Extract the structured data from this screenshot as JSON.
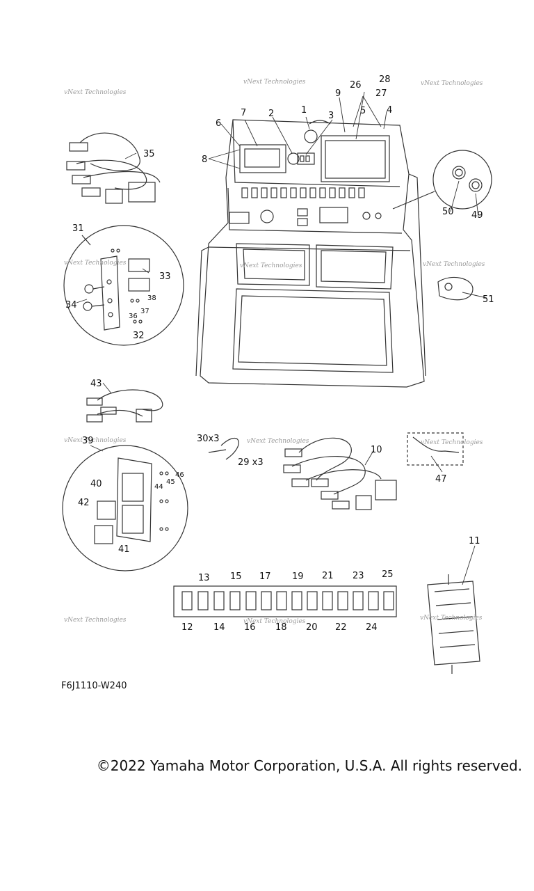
{
  "callouts": {
    "c1": "1",
    "c2": "2",
    "c3": "3",
    "c4": "4",
    "c5": "5",
    "c6": "6",
    "c7": "7",
    "c8": "8",
    "c9": "9",
    "c10": "10",
    "c11": "11",
    "c12": "12",
    "c13": "13",
    "c14": "14",
    "c15": "15",
    "c16": "16",
    "c17": "17",
    "c18": "18",
    "c19": "19",
    "c20": "20",
    "c21": "21",
    "c22": "22",
    "c23": "23",
    "c24": "24",
    "c25": "25",
    "c26": "26",
    "c27": "27",
    "c28": "28",
    "c29": "29 x3",
    "c30": "30x3",
    "c31": "31",
    "c32": "32",
    "c33": "33",
    "c34": "34",
    "c35": "35",
    "c36": "36",
    "c37": "37",
    "c38": "38",
    "c39": "39",
    "c40": "40",
    "c41": "41",
    "c42": "42",
    "c43": "43",
    "c44": "44",
    "c45": "45",
    "c46": "46",
    "c47": "47",
    "c49": "49",
    "c50": "50",
    "c51": "51"
  },
  "watermark": "vNext Technologies",
  "diagram_code": "F6J1110-W240",
  "copyright": "©2022 Yamaha Motor Corporation, U.S.A. All rights reserved."
}
